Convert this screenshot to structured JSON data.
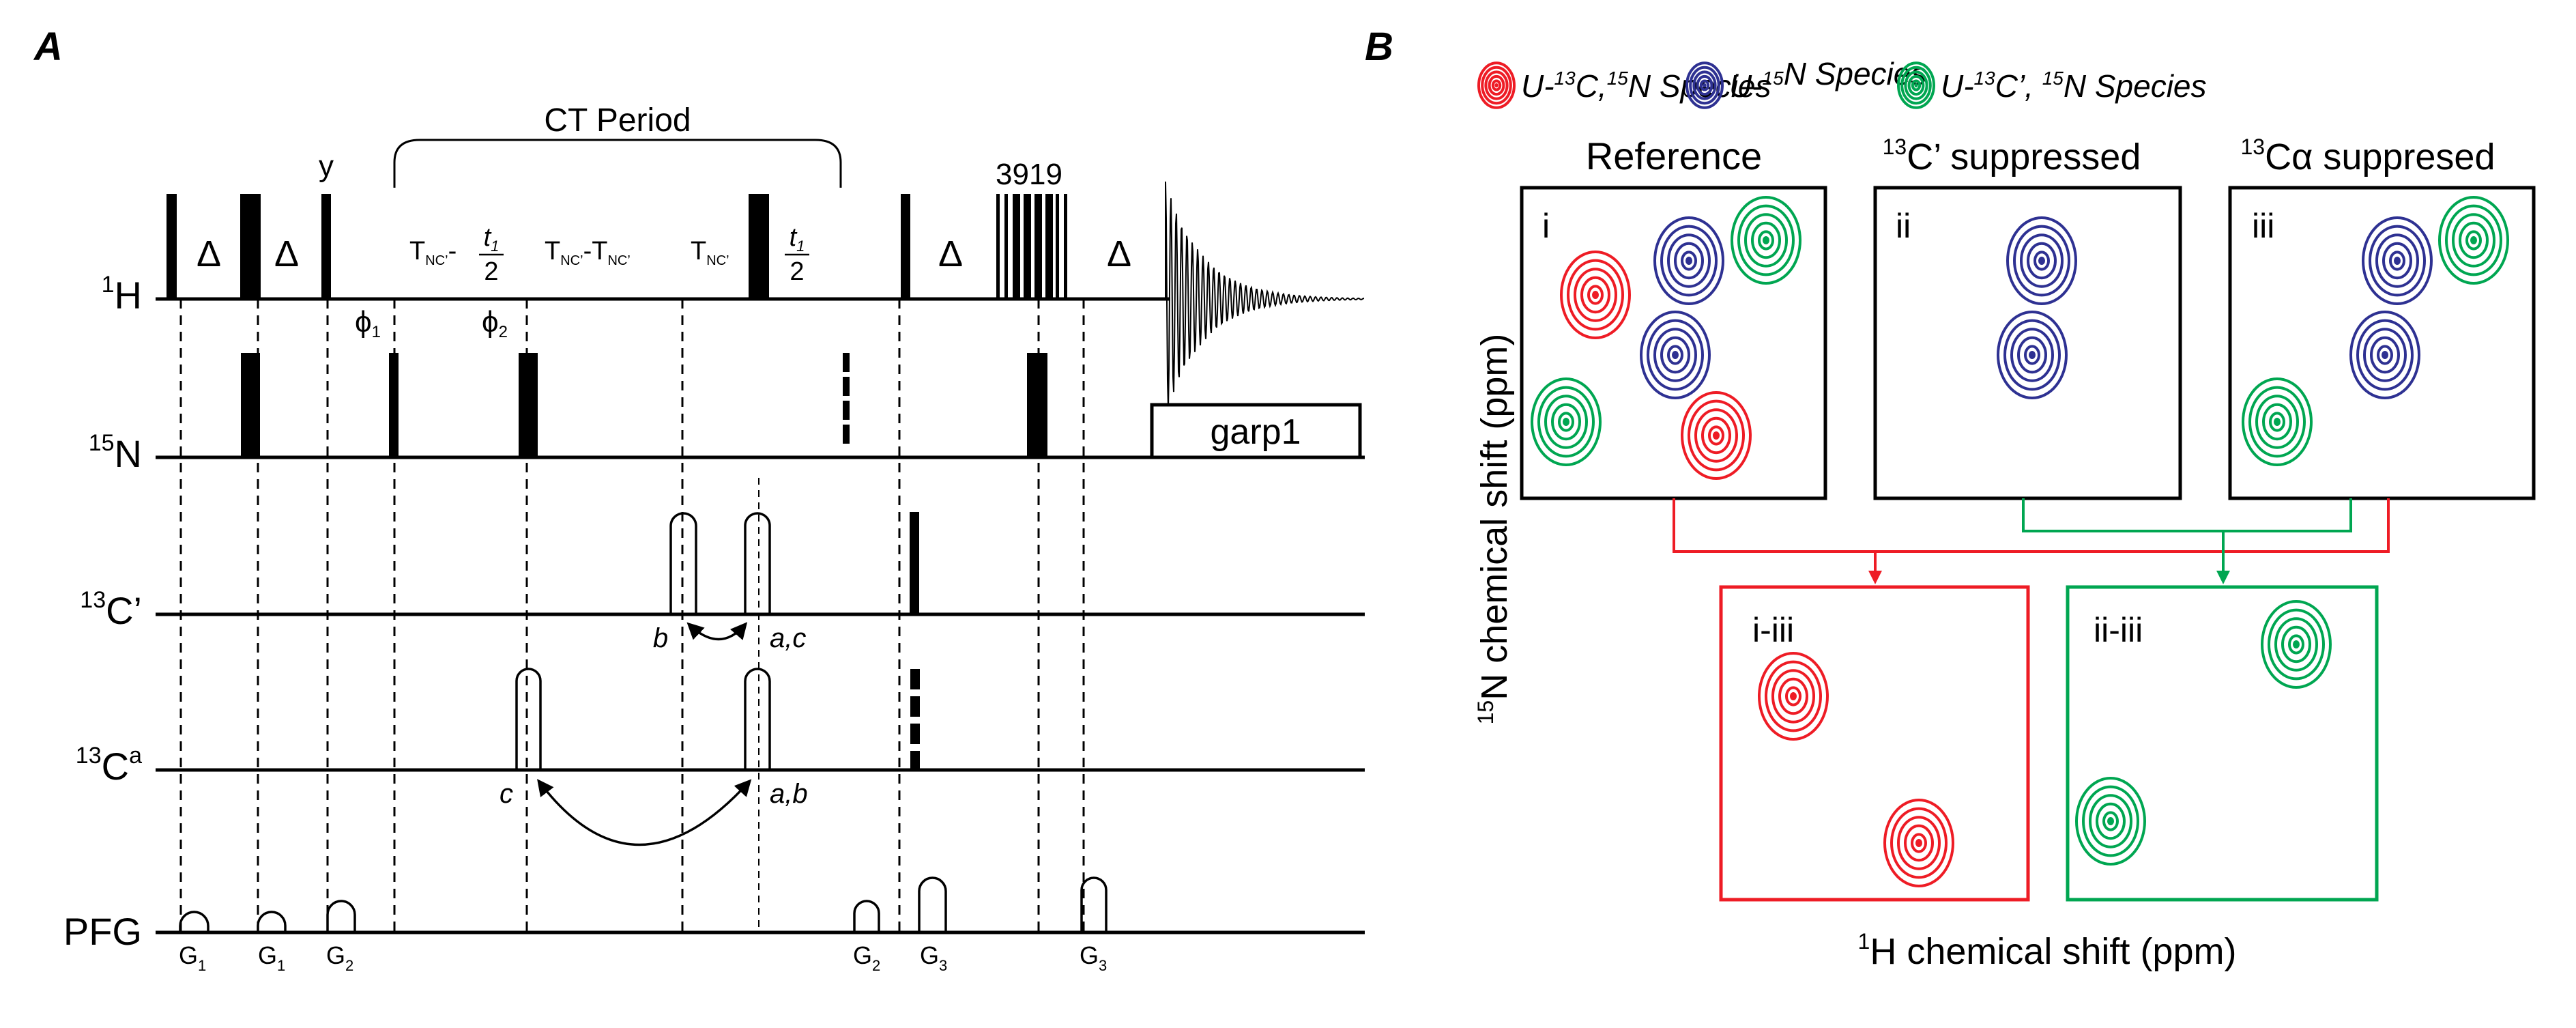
{
  "panel_a": {
    "letter": "A",
    "ct_period": "CT Period",
    "delta": "Δ",
    "y_phase": "y",
    "wgroup": "3919",
    "channels": {
      "h": "H",
      "h_sup": "1",
      "n": "N",
      "n_sup": "15",
      "cp": "C’",
      "cp_sup": "13",
      "ca": "C",
      "ca_sup": "13",
      "ca_sub": "a",
      "pfg": "PFG"
    },
    "phi1": "ϕ",
    "phi1_sub": "1",
    "phi2": "ϕ",
    "phi2_sub": "2",
    "t_nc": "T",
    "nc_sub": "NC’",
    "nc_sub2": "NC’",
    "minus": "-",
    "minus2": "-",
    "minus3": "-",
    "t1": "t",
    "t1_sub": "1",
    "half_den": "2",
    "garp": "garp1",
    "labels": {
      "b": "b",
      "ac": "a,c",
      "c": "c",
      "ab": "a,b"
    },
    "g": "G",
    "g1": "1",
    "g2": "2",
    "g3": "3"
  },
  "panel_b": {
    "letter": "B",
    "legend": [
      {
        "pre": "U-",
        "sup1": "13",
        "mid": "C,",
        "sup2": "15",
        "post": "N Species",
        "color": "#ee1c25"
      },
      {
        "pre": "U-",
        "sup1": "15",
        "mid": "",
        "sup2": "",
        "post": "N Species",
        "color": "#2e3192"
      },
      {
        "pre": "U-",
        "sup1": "13",
        "mid": "C’, ",
        "sup2": "15",
        "post": "N Species",
        "color": "#00a651"
      }
    ],
    "reference": "Reference",
    "cp_sup_title": "13",
    "cp_title": "C’ suppressed",
    "ca_sup_title": "13",
    "ca_title": "Cα suppresed",
    "box_i": "i",
    "box_ii": "ii",
    "box_iii": "iii",
    "box_i_iii": "i-iii",
    "box_ii_iii": "ii-iii",
    "y_sup": "15",
    "y_axis": "N chemical shift (ppm)",
    "x_sup": "1",
    "x_axis": "H chemical shift (ppm)",
    "colors": {
      "red": "#ee1c25",
      "blue": "#2e3192",
      "green": "#00a651"
    }
  }
}
